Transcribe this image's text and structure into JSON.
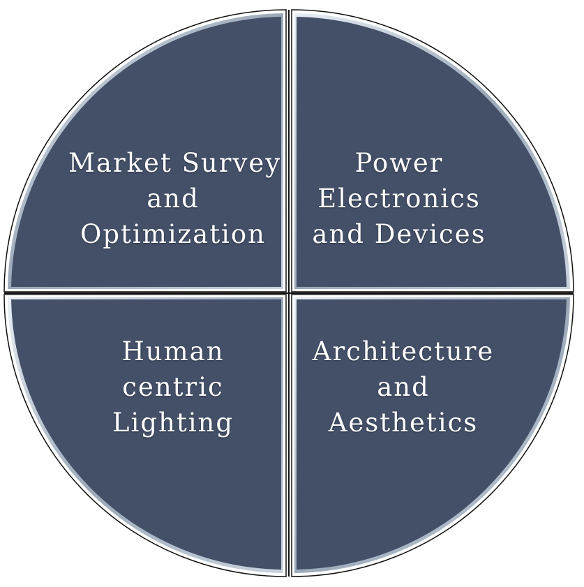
{
  "diagram": {
    "fill_color": "#435068",
    "bevel_color": "#c9d3de",
    "outline_color": "#111111",
    "quadrants": [
      {
        "id": "top-left",
        "lines": [
          "Market Survey",
          "and",
          "Optimization"
        ]
      },
      {
        "id": "top-right",
        "lines": [
          "Power",
          "Electronics",
          "and Devices"
        ]
      },
      {
        "id": "bottom-left",
        "lines": [
          "Human",
          "centric",
          "Lighting"
        ]
      },
      {
        "id": "bottom-right",
        "lines": [
          "Architecture",
          "and",
          "Aesthetics"
        ]
      }
    ]
  }
}
